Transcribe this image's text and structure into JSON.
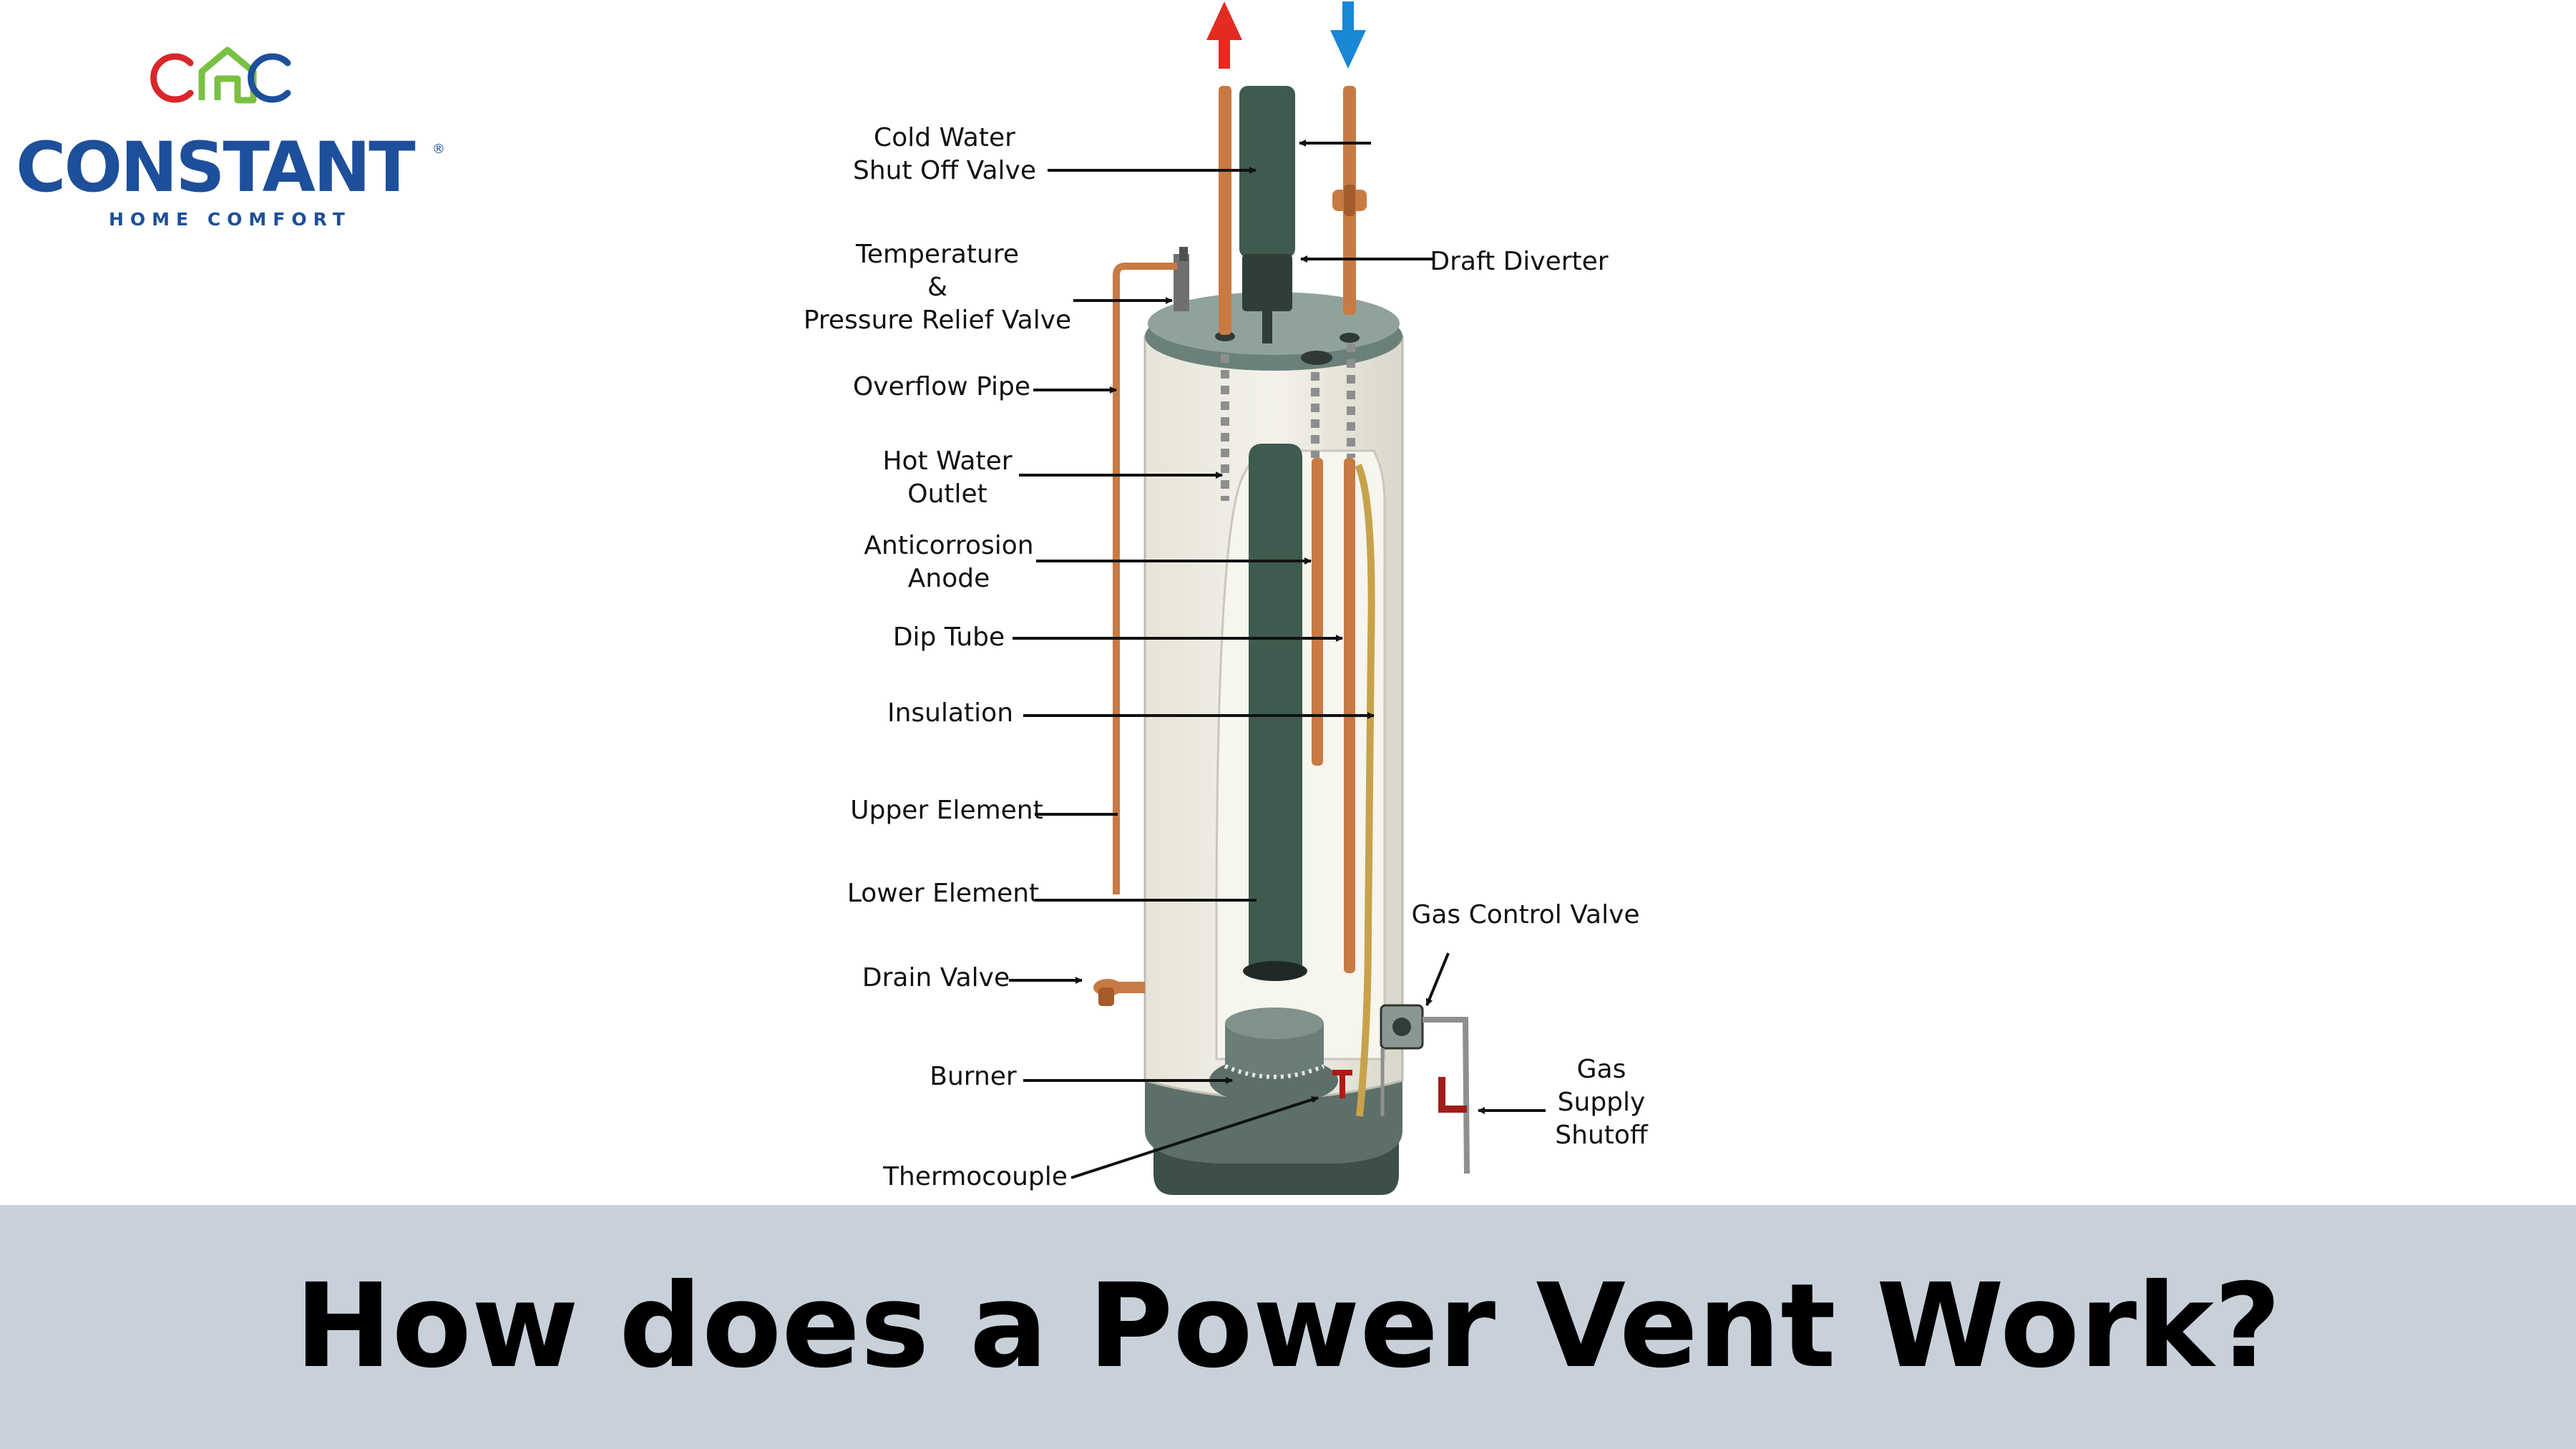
{
  "brand": {
    "name": "CONSTANT",
    "registered": "®",
    "tagline": "HOME COMFORT",
    "colors": {
      "red": "#d9262b",
      "green": "#7ac043",
      "blue": "#1d4f9a"
    }
  },
  "diagram": {
    "labels": {
      "cold_water_valve": [
        "Cold Water",
        "Shut Off Valve"
      ],
      "temp_pressure": [
        "Temperature",
        "&",
        "Pressure Relief Valve"
      ],
      "overflow_pipe": [
        "Overflow Pipe"
      ],
      "hot_water_outlet": [
        "Hot Water",
        "Outlet"
      ],
      "anode": [
        "Anticorrosion",
        "Anode"
      ],
      "dip_tube": [
        "Dip Tube"
      ],
      "insulation": [
        "Insulation"
      ],
      "upper_element": [
        "Upper Element"
      ],
      "lower_element": [
        "Lower Element"
      ],
      "drain_valve": [
        "Drain Valve"
      ],
      "burner": [
        "Burner"
      ],
      "thermocouple": [
        "Thermocouple"
      ],
      "draft_diverter": [
        "Draft Diverter"
      ],
      "gas_control_valve": [
        "Gas Control Valve"
      ],
      "gas_supply_shutoff": [
        "Gas",
        "Supply",
        "Shutoff"
      ]
    },
    "colors": {
      "hot_arrow": "#e32b22",
      "cold_arrow": "#1a86d6",
      "copper": "#c87a43",
      "flue": "#3f5a4e",
      "tank_body": "#ecebe2",
      "tank_top": "#8fa39b"
    }
  },
  "footer": {
    "title": "How does a Power Vent Work?",
    "background": "#c8d1da"
  }
}
